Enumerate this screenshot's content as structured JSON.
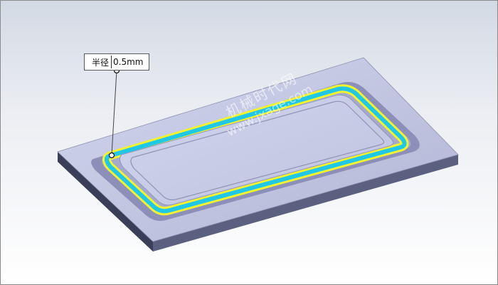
{
  "callout": {
    "label": "半径",
    "value": "0.5mm"
  },
  "watermark": {
    "name": "机械时代网",
    "url": "www.jxage.com"
  },
  "colors": {
    "plate_top": "#bcc1df",
    "plate_front": "#3a3f5e",
    "fillet_highlight": "#f2f232",
    "fillet_selected": "#20c8e6",
    "pocket_floor": "#c7cbe6"
  }
}
